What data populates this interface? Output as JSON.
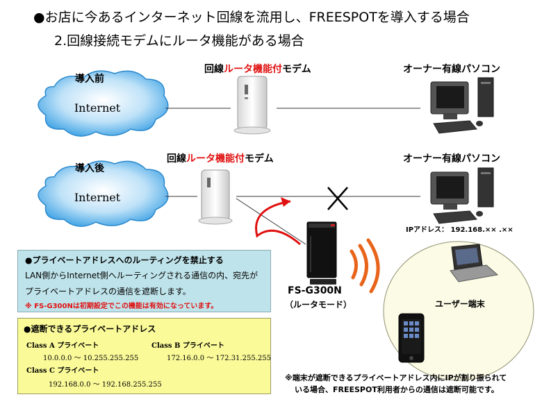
{
  "title": {
    "line1": "●お店に今あるインターネット回線を流用し、FREESPOTを導入する場合",
    "line2": "2.回線接続モデムにルータ機能がある場合"
  },
  "before": {
    "section_label": "導入前",
    "cloud_label": "Internet",
    "modem_label_pre": "回線",
    "modem_label_red": "ルータ機能付",
    "modem_label_post": "モデム",
    "pc_label": "オーナー有線パソコン"
  },
  "after": {
    "section_label": "導入後",
    "cloud_label": "Internet",
    "modem_label_pre": "回線",
    "modem_label_red": "ルータ機能付",
    "modem_label_post": "モデム",
    "pc_label": "オーナー有線パソコン",
    "ip_label": "IPアドレス：  192.168.×× .××",
    "router_name": "FS-G300N",
    "router_mode": "（ルータモード）",
    "user_label": "ユーザー端末"
  },
  "routing_box": {
    "heading": "●プライベートアドレスへのルーティングを禁止する",
    "line1": "LAN側からInternet側へルーティングされる通信の内、宛先が",
    "line2": "プライベートアドレスの通信を遮断します。",
    "note": "※ FS-G300Nは初期設定でこの機能は有効になっています。"
  },
  "address_box": {
    "heading": "●遮断できるプライベートアドレス",
    "class_a_label": "Class A プライベート",
    "class_a_range": "10.0.0.0 ～ 10.255.255.255",
    "class_b_label": "Class B プライベート",
    "class_b_range": "172.16.0.0 ～ 172.31.255.255",
    "class_c_label": "Class C プライベート",
    "class_c_range": "192.168.0.0 ～ 192.168.255.255"
  },
  "footnote": {
    "line1": "※端末が遮断できるプライベートアドレス内にIPが割り振られて",
    "line2": "いる場合、FREESPOT利用者からの通信は遮断可能です。"
  },
  "colors": {
    "accent_red": "#e01010",
    "cloud_fill": "#3aa0e4",
    "routing_box_bg": "#bfe3ea",
    "address_box_bg": "#fafa99",
    "user_area_bg": "#fbfbe6"
  }
}
